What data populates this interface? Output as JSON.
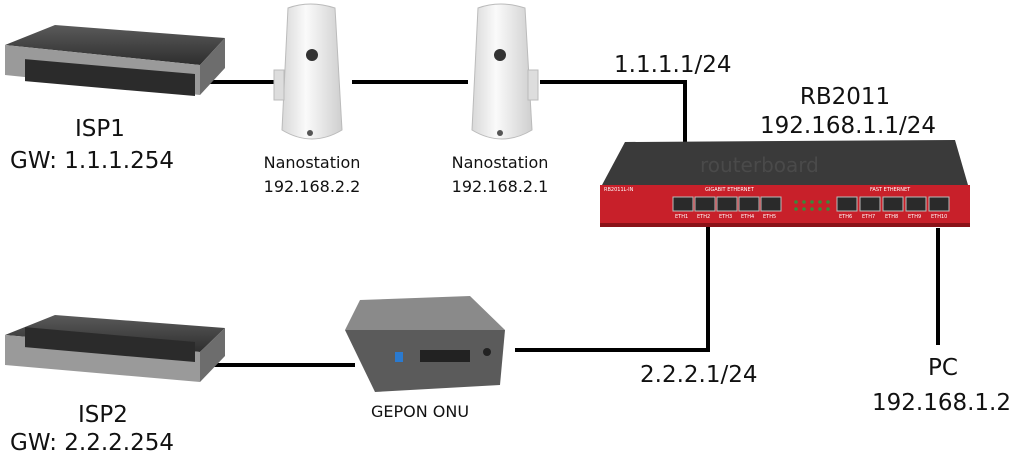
{
  "isp1": {
    "name": "ISP1",
    "gateway": "GW: 1.1.1.254"
  },
  "isp2": {
    "name": "ISP2",
    "gateway": "GW: 2.2.2.254"
  },
  "nanostation_a": {
    "name": "Nanostation",
    "ip": "192.168.2.2"
  },
  "nanostation_b": {
    "name": "Nanostation",
    "ip": "192.168.2.1"
  },
  "router": {
    "name": "RB2011",
    "ip": "192.168.1.1/24",
    "brand": "routerboard",
    "model_print": "RB2011L-IN",
    "port_group_1": "GIGABIT ETHERNET",
    "port_group_2": "FAST ETHERNET",
    "ports": [
      "ETH1",
      "ETH2",
      "ETH3",
      "ETH4",
      "ETH5",
      "ETH6",
      "ETH7",
      "ETH8",
      "ETH9",
      "ETH10"
    ]
  },
  "wan1_ip": "1.1.1.1/24",
  "wan2_ip": "2.2.2.1/24",
  "onu": {
    "name": "GEPON ONU"
  },
  "pc": {
    "name": "PC",
    "ip": "192.168.1.2"
  },
  "colors": {
    "router_red": "#c8202a",
    "link": "#000000"
  }
}
